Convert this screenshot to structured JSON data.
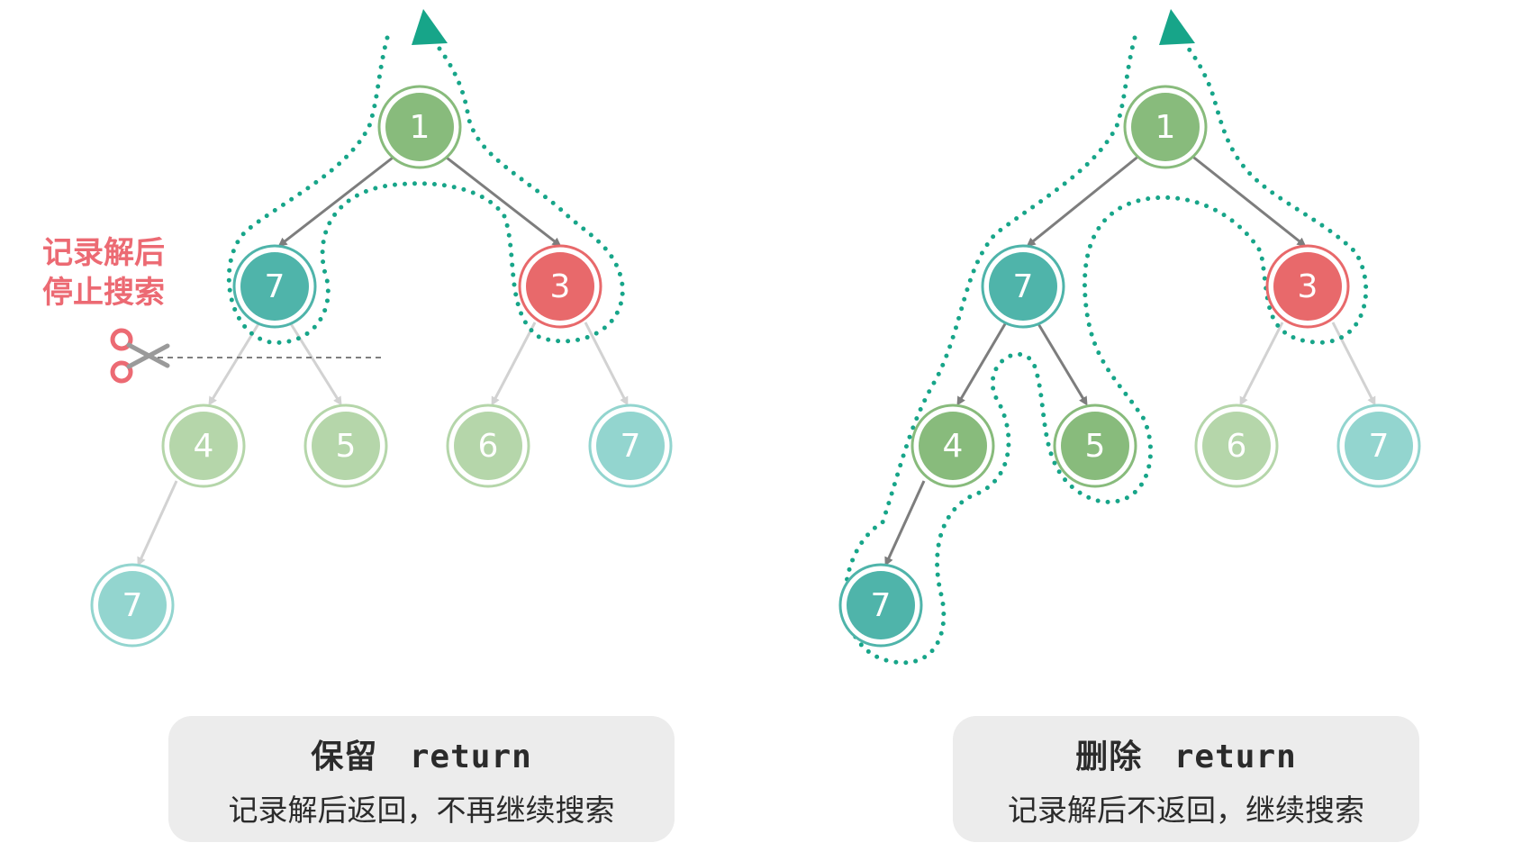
{
  "colors": {
    "root_green": "#88bb7c",
    "target_teal": "#4fb4aa",
    "red": "#e8696b",
    "faded_green": "#b5d6aa",
    "faded_teal": "#93d5cf",
    "path_dots": "#17a589",
    "edge_active": "#7d7d7d",
    "edge_faded": "#d2d2d2",
    "cut_red": "#ec6a73"
  },
  "left": {
    "cut_note_line1": "记录解后",
    "cut_note_line2": "停止搜索",
    "nodes": [
      {
        "id": "n1",
        "value": "1",
        "style": "green"
      },
      {
        "id": "n7a",
        "value": "7",
        "style": "teal"
      },
      {
        "id": "n3",
        "value": "3",
        "style": "red"
      },
      {
        "id": "n4",
        "value": "4",
        "style": "faded-green"
      },
      {
        "id": "n5",
        "value": "5",
        "style": "faded-green"
      },
      {
        "id": "n6",
        "value": "6",
        "style": "faded-green"
      },
      {
        "id": "n7b",
        "value": "7",
        "style": "faded-teal"
      },
      {
        "id": "n7c",
        "value": "7",
        "style": "faded-teal"
      }
    ],
    "caption_title_cn": "保留",
    "caption_title_code": "return",
    "caption_sub": "记录解后返回，不再继续搜索"
  },
  "right": {
    "nodes": [
      {
        "id": "n1",
        "value": "1",
        "style": "green"
      },
      {
        "id": "n7a",
        "value": "7",
        "style": "teal"
      },
      {
        "id": "n3",
        "value": "3",
        "style": "red"
      },
      {
        "id": "n4",
        "value": "4",
        "style": "green"
      },
      {
        "id": "n5",
        "value": "5",
        "style": "green"
      },
      {
        "id": "n6",
        "value": "6",
        "style": "faded-green"
      },
      {
        "id": "n7b",
        "value": "7",
        "style": "faded-teal"
      },
      {
        "id": "n7c",
        "value": "7",
        "style": "teal"
      }
    ],
    "caption_title_cn": "删除",
    "caption_title_code": "return",
    "caption_sub": "记录解后不返回，继续搜索"
  }
}
